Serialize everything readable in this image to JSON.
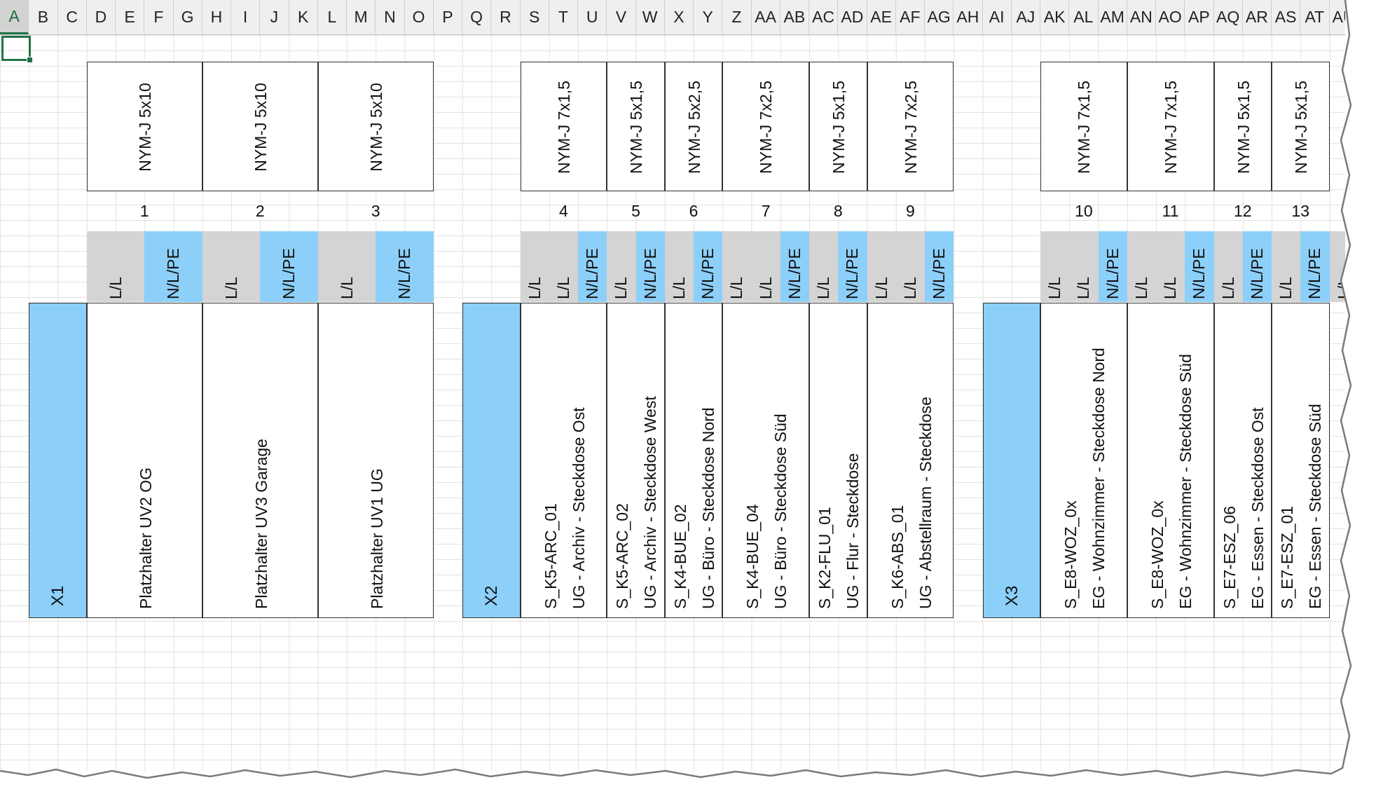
{
  "columns": [
    "A",
    "B",
    "C",
    "D",
    "E",
    "F",
    "G",
    "H",
    "I",
    "J",
    "K",
    "L",
    "M",
    "N",
    "O",
    "P",
    "Q",
    "R",
    "S",
    "T",
    "U",
    "V",
    "W",
    "X",
    "Y",
    "Z",
    "AA",
    "AB",
    "AC",
    "AD",
    "AE",
    "AF",
    "AG",
    "AH",
    "AI",
    "AJ",
    "AK",
    "AL",
    "AM",
    "AN",
    "AO",
    "AP",
    "AQ",
    "AR",
    "AS",
    "AT",
    "AU"
  ],
  "active_column": "A",
  "colors": {
    "gray_fill": "#d4d4d4",
    "blue_fill": "#8ccff9",
    "excel_green": "#217346"
  },
  "terminal_strips": [
    {
      "label": "X1"
    },
    {
      "label": "X2"
    },
    {
      "label": "X3"
    }
  ],
  "cables": [
    {
      "type": "NYM-J 5x10",
      "number": "1",
      "wires": [
        "L/L",
        "N/L/PE"
      ],
      "dest": [
        "Platzhalter UV2 OG"
      ]
    },
    {
      "type": "NYM-J 5x10",
      "number": "2",
      "wires": [
        "L/L",
        "N/L/PE"
      ],
      "dest": [
        "Platzhalter UV3 Garage"
      ]
    },
    {
      "type": "NYM-J 5x10",
      "number": "3",
      "wires": [
        "L/L",
        "N/L/PE"
      ],
      "dest": [
        "Platzhalter UV1 UG"
      ]
    },
    {
      "type": "NYM-J 7x1,5",
      "number": "4",
      "wires": [
        "L/L",
        "L/L",
        "N/L/PE"
      ],
      "dest": [
        "S_K5-ARC_01",
        "UG - Archiv - Steckdose Ost"
      ]
    },
    {
      "type": "NYM-J 5x1,5",
      "number": "5",
      "wires": [
        "L/L",
        "N/L/PE"
      ],
      "dest": [
        "S_K5-ARC_02",
        "UG - Archiv - Steckdose West"
      ]
    },
    {
      "type": "NYM-J 5x2,5",
      "number": "6",
      "wires": [
        "L/L",
        "N/L/PE"
      ],
      "dest": [
        "S_K4-BUE_02",
        "UG - Büro - Steckdose Nord"
      ]
    },
    {
      "type": "NYM-J 7x2,5",
      "number": "7",
      "wires": [
        "L/L",
        "L/L",
        "N/L/PE"
      ],
      "dest": [
        "S_K4-BUE_04",
        "UG - Büro - Steckdose Süd"
      ]
    },
    {
      "type": "NYM-J 5x1,5",
      "number": "8",
      "wires": [
        "L/L",
        "N/L/PE"
      ],
      "dest": [
        "S_K2-FLU_01",
        "UG - Flur - Steckdose"
      ]
    },
    {
      "type": "NYM-J 7x2,5",
      "number": "9",
      "wires": [
        "L/L",
        "L/L",
        "N/L/PE"
      ],
      "dest": [
        "S_K6-ABS_01",
        "UG - Abstellraum - Steckdose"
      ]
    },
    {
      "type": "NYM-J 7x1,5",
      "number": "10",
      "wires": [
        "L/L",
        "L/L",
        "N/L/PE"
      ],
      "dest": [
        "S_E8-WOZ_0x",
        "EG - Wohnzimmer - Steckdose Nord"
      ]
    },
    {
      "type": "NYM-J 7x1,5",
      "number": "11",
      "wires": [
        "L/L",
        "L/L",
        "N/L/PE"
      ],
      "dest": [
        "S_E8-WOZ_0x",
        "EG - Wohnzimmer - Steckdose Süd"
      ]
    },
    {
      "type": "NYM-J 5x1,5",
      "number": "12",
      "wires": [
        "L/L",
        "N/L/PE"
      ],
      "dest": [
        "S_E7-ESZ_06",
        "EG - Essen - Steckdose Ost"
      ]
    },
    {
      "type": "NYM-J 5x1,5",
      "number": "13",
      "wires": [
        "L/L",
        "N/L/PE"
      ],
      "dest": [
        "S_E7-ESZ_01",
        "EG - Essen - Steckdose Süd"
      ]
    },
    {
      "type": "",
      "number": "",
      "wires": [
        "L/L"
      ],
      "dest": []
    }
  ]
}
